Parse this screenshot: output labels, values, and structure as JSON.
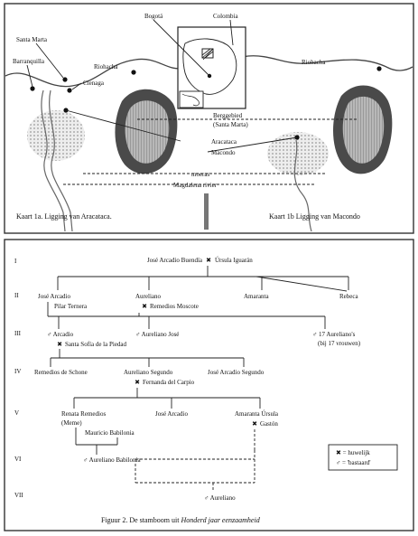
{
  "map": {
    "places": {
      "santa_marta": "Santa Marta",
      "barranquilla": "Barranquilla",
      "cienaga": "Cienaga",
      "riohacha_left": "Riohacha",
      "riohacha_right": "Riohacha",
      "bogota": "Bogotá",
      "colombia": "Colombia",
      "mountains_1": "Berggebied",
      "mountains_2": "(Santa Marta)",
      "aracataca": "Aracataca",
      "macondo": "Macondo",
      "swamp": "moeras",
      "river": "Magdalena rivier"
    },
    "caption_left": "Kaart 1a. Ligging van Aracataca.",
    "caption_right": "Kaart 1b Ligging van Macondo"
  },
  "tree": {
    "generations": [
      "I",
      "II",
      "III",
      "IV",
      "V",
      "VI",
      "VII"
    ],
    "g1": {
      "couple_a": "José Arcadio Buendía",
      "couple_b": "Úrsula Iguarán"
    },
    "g2": {
      "jose_arcadio": "José Arcadio",
      "aureliano": "Aureliano",
      "amaranta": "Amaranta",
      "rebeca": "Rebeca",
      "pilar": "Pilar Ternera",
      "remedios": "Remedios Moscote"
    },
    "g3": {
      "arcadio": "♂ Arcadio",
      "santa_sofia": "Santa Sofía de la Piedad",
      "aureliano_jose": "♂ Aureliano José",
      "seventeen_1": "♂ 17 Aureliano's",
      "seventeen_2": "(bij 17 vrouwen)"
    },
    "g4": {
      "remedios_schone": "Remedios de Schone",
      "aureliano_segundo": "Aureliano Segundo",
      "jose_arcadio_segundo": "José Arcadio Segundo",
      "fernanda": "Fernanda del Carpio"
    },
    "g5": {
      "renata_1": "Renata Remedios",
      "renata_2": "(Meme)",
      "jose_arcadio": "José Arcadio",
      "amaranta_ursula": "Amaranta Úrsula",
      "mauricio": "Mauricio Babilonia",
      "gaston": "Gastón"
    },
    "g6": {
      "aureliano_babilonia": "♂ Aureliano Babilonia"
    },
    "g7": {
      "aureliano": "♂ Aureliano"
    },
    "legend": {
      "marriage": "✖ = huwelijk",
      "bastard": "♂ = 'bastaard'"
    },
    "caption_prefix": "Figuur 2. De stamboom uit",
    "caption_title": "Honderd jaar eenzaamheid"
  },
  "colors": {
    "ink": "#111111",
    "mountain_dark": "#4a4a4a",
    "mountain_light": "#a8a8a8",
    "swamp": "#cfcfcf"
  }
}
